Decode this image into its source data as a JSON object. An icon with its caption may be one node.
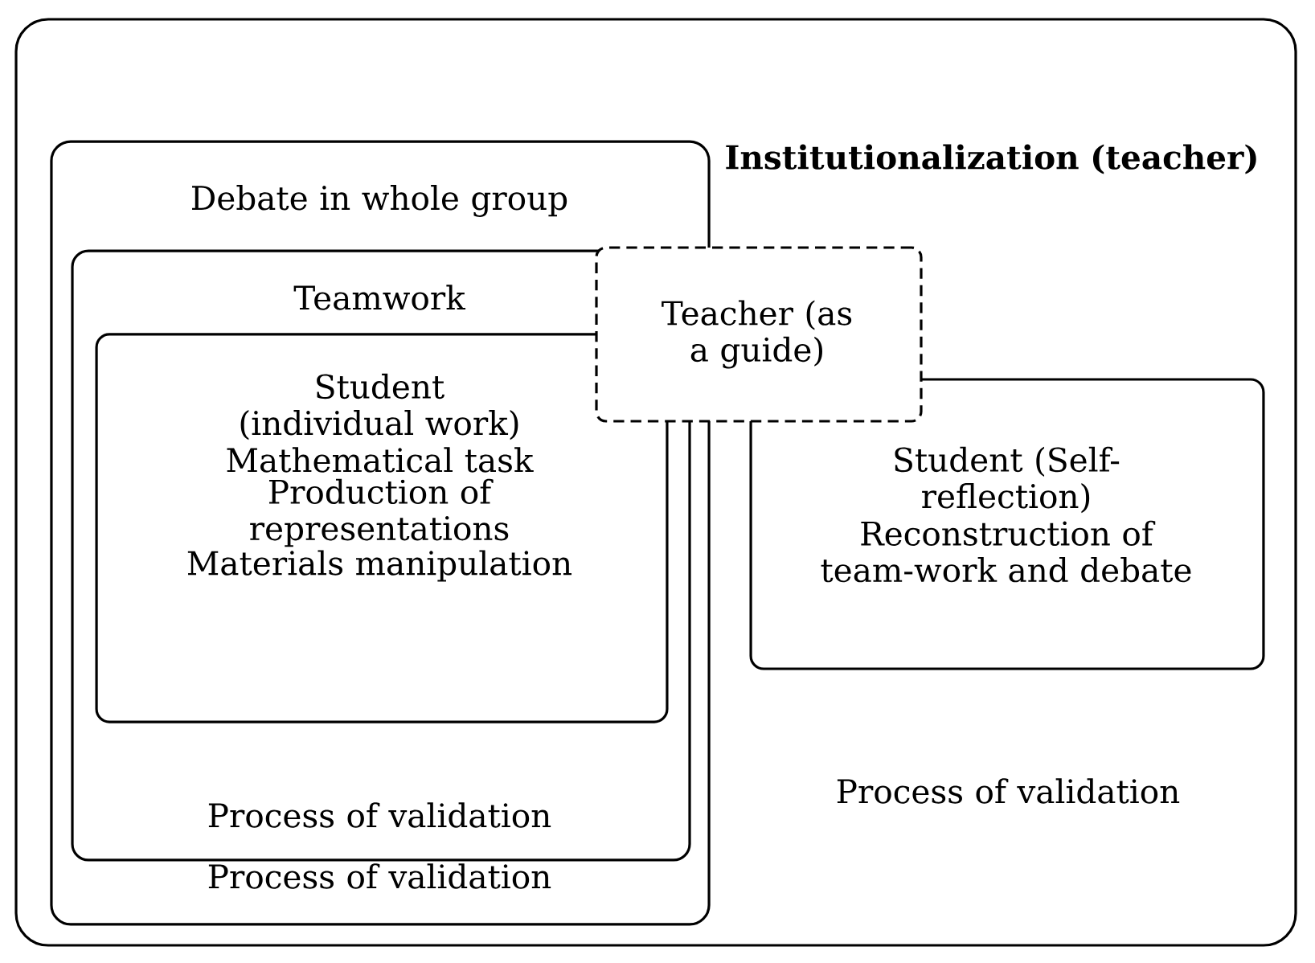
{
  "diagram": {
    "nodes": [
      {
        "text": [
          "Institutionalization (teacher)",
          "Process of validation"
        ]
      },
      {
        "text": [
          "Debate in whole group",
          "Process of validation"
        ],
        "in": 0
      },
      {
        "text": [
          "Teamwork",
          "Process of validation"
        ],
        "in": 1
      },
      {
        "text": [
          "Student (individual work)",
          "Mathematical task",
          "Production of representations",
          "Materials manipulation"
        ],
        "in": 2
      },
      {
        "text": [
          "Teacher (as a guide)"
        ],
        "in": 0
      },
      {
        "text": [
          "Student (Self-reflection)",
          "Reconstruction of team-work and debate"
        ],
        "in": 0
      }
    ]
  }
}
